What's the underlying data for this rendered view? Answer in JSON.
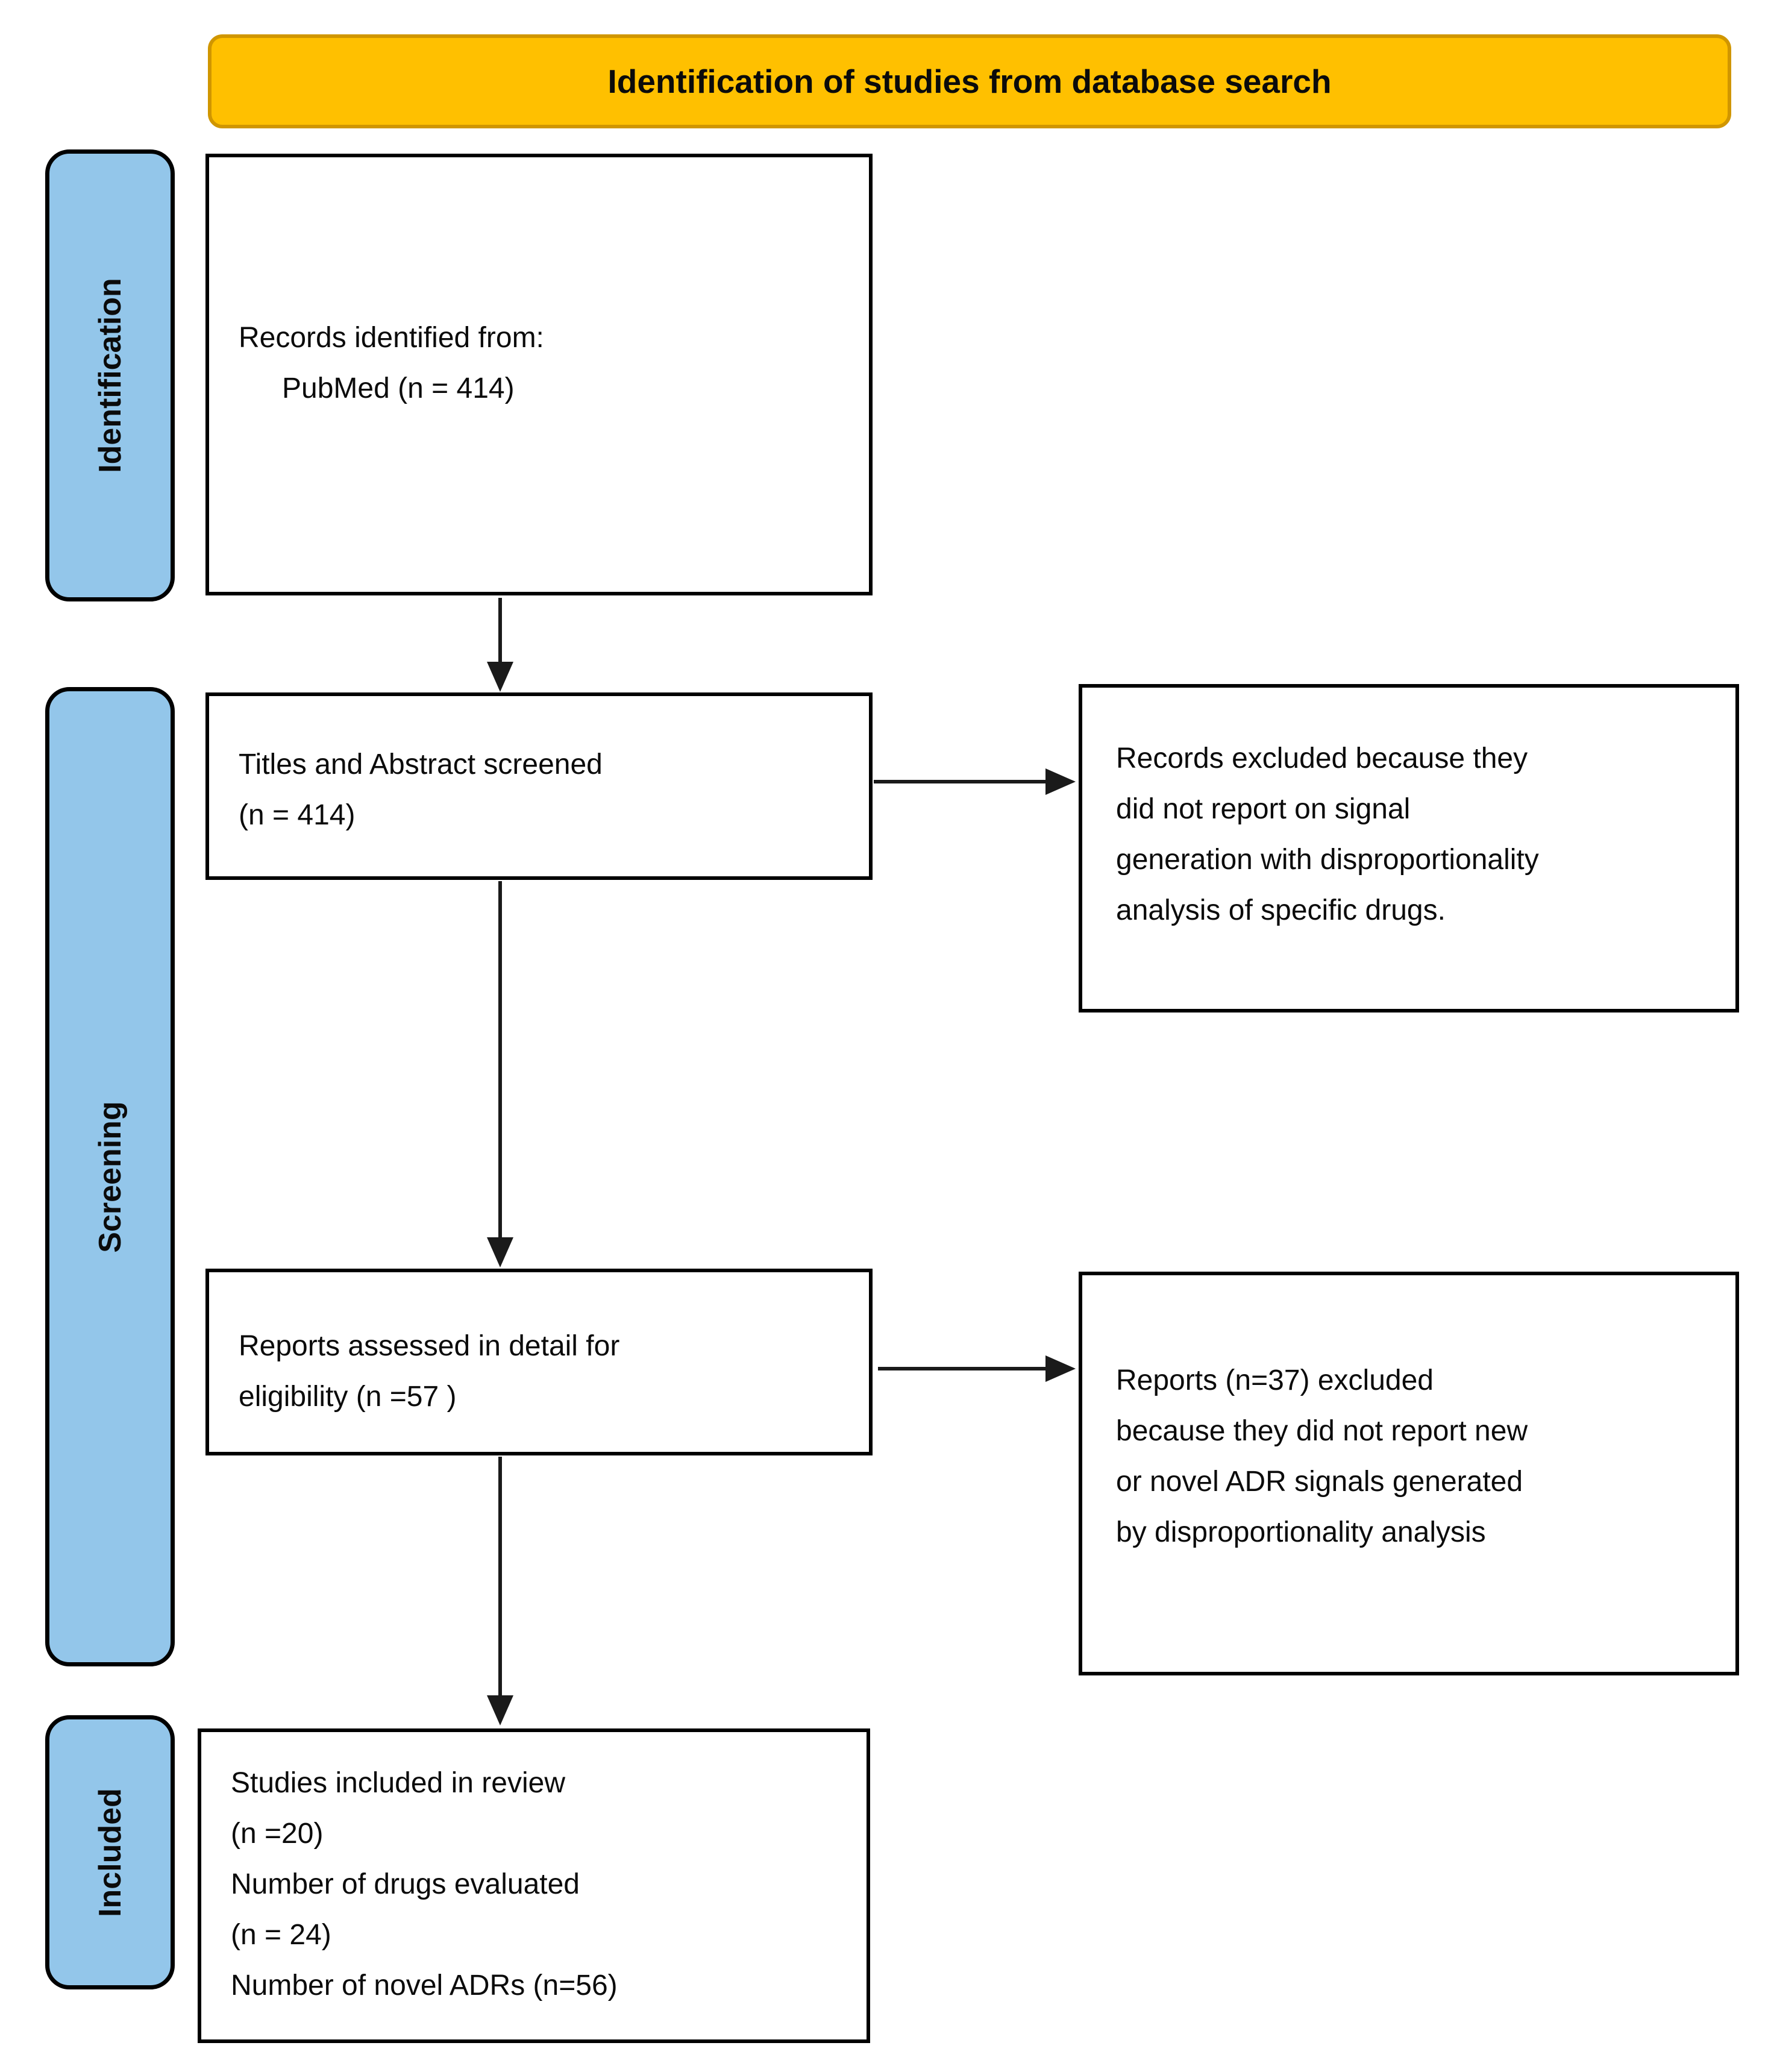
{
  "banner": {
    "label": "Identification of studies from database search"
  },
  "stages": [
    {
      "label": "Identification"
    },
    {
      "label": "Screening"
    },
    {
      "label": "Included"
    }
  ],
  "boxes": {
    "records_identified": {
      "lines": [
        "Records identified from:",
        "PubMed (n = 414)"
      ]
    },
    "titles_screened": {
      "lines": [
        "Titles and Abstract screened",
        "(n = 414)"
      ]
    },
    "records_excluded": {
      "lines": [
        "Records excluded because they",
        "did not report on signal",
        "generation with disproportionality",
        "analysis of specific drugs."
      ]
    },
    "reports_assessed": {
      "lines": [
        "Reports assessed in detail for",
        "eligibility (n =57 )"
      ]
    },
    "reports_excluded": {
      "lines": [
        "Reports (n=37) excluded",
        "because they did not report new",
        "or novel ADR signals generated",
        "by disproportionality analysis"
      ]
    },
    "studies_included": {
      "lines": [
        "Studies included in review",
        "(n =20)",
        "Number of drugs evaluated",
        "(n = 24)",
        "Number of novel ADRs (n=56)"
      ]
    }
  },
  "colors": {
    "banner_fill": "#FFC000",
    "banner_border": "#D09600",
    "stage_fill": "#93C6EA",
    "stage_border": "#000000",
    "box_border": "#000000",
    "arrow": "#1a1a1a"
  }
}
